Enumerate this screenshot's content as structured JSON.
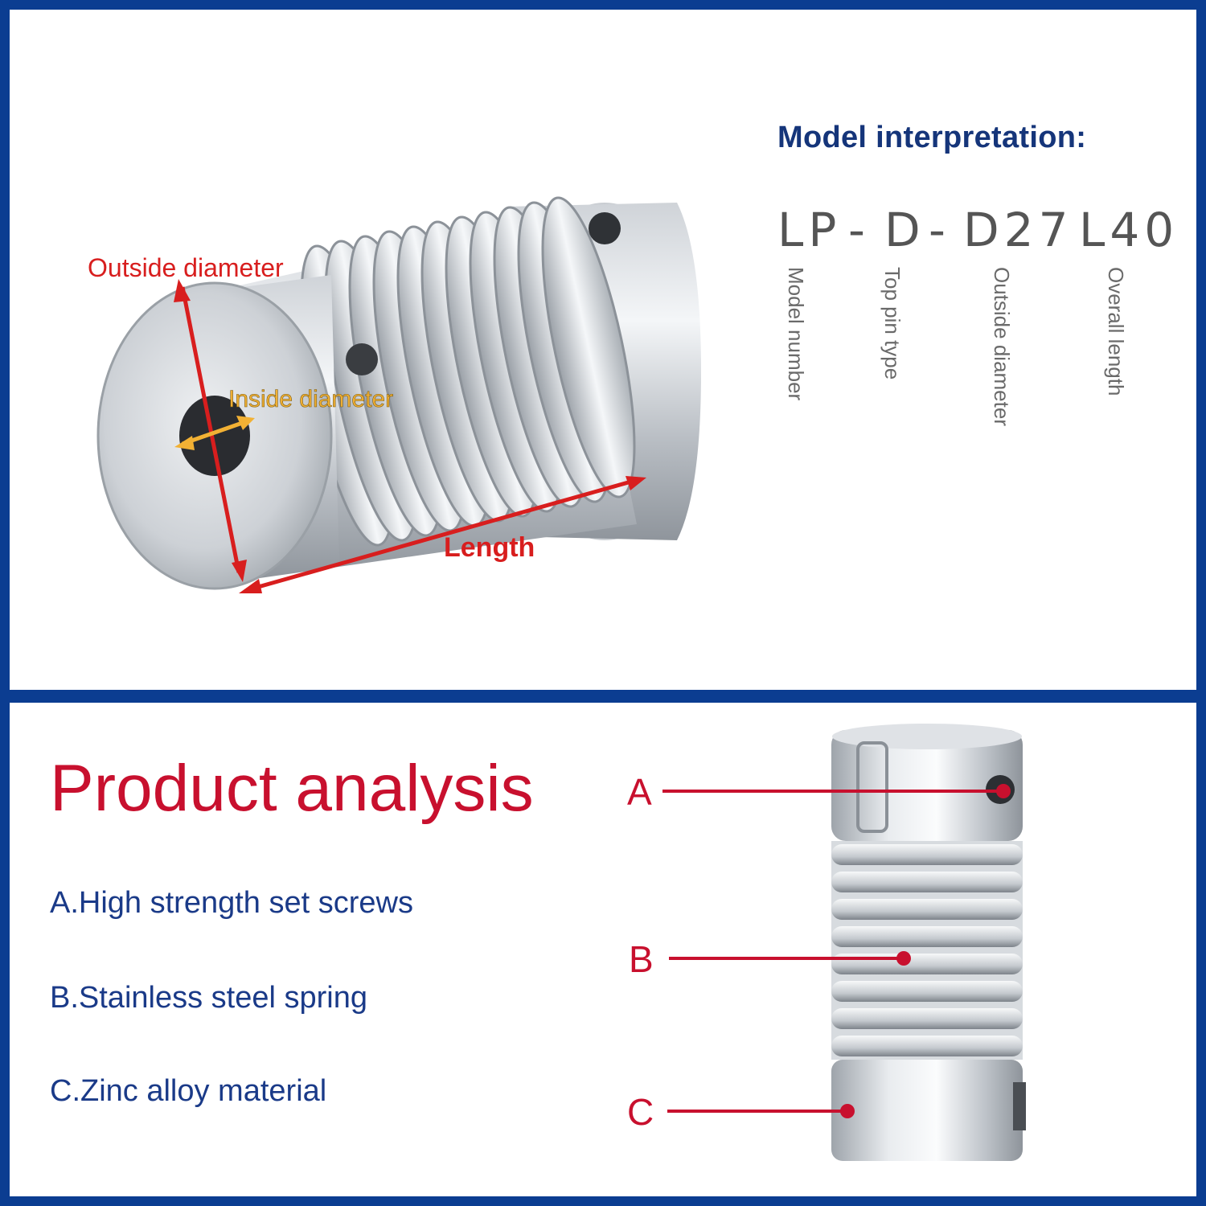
{
  "top_panel": {
    "annotations": {
      "outside_diameter": "Outside diameter",
      "inside_diameter": "Inside diameter",
      "length": "Length"
    },
    "model_interpretation": {
      "title": "Model interpretation:",
      "code_parts": [
        "LP",
        "-",
        "D",
        "-",
        "D27",
        "L40"
      ],
      "labels": [
        "Model number",
        "Top pin type",
        "Outside diameter",
        "Overall length"
      ]
    }
  },
  "bottom_panel": {
    "title": "Product analysis",
    "items": [
      "A.High strength set screws",
      "B.Stainless steel spring",
      "C.Zinc alloy material"
    ],
    "callout_letters": [
      "A",
      "B",
      "C"
    ]
  },
  "colors": {
    "frame": "#0b3d91",
    "accent_red": "#c8102e",
    "title_blue": "#15357a",
    "item_blue": "#1a3a88",
    "inside_label": "#f2b134"
  }
}
